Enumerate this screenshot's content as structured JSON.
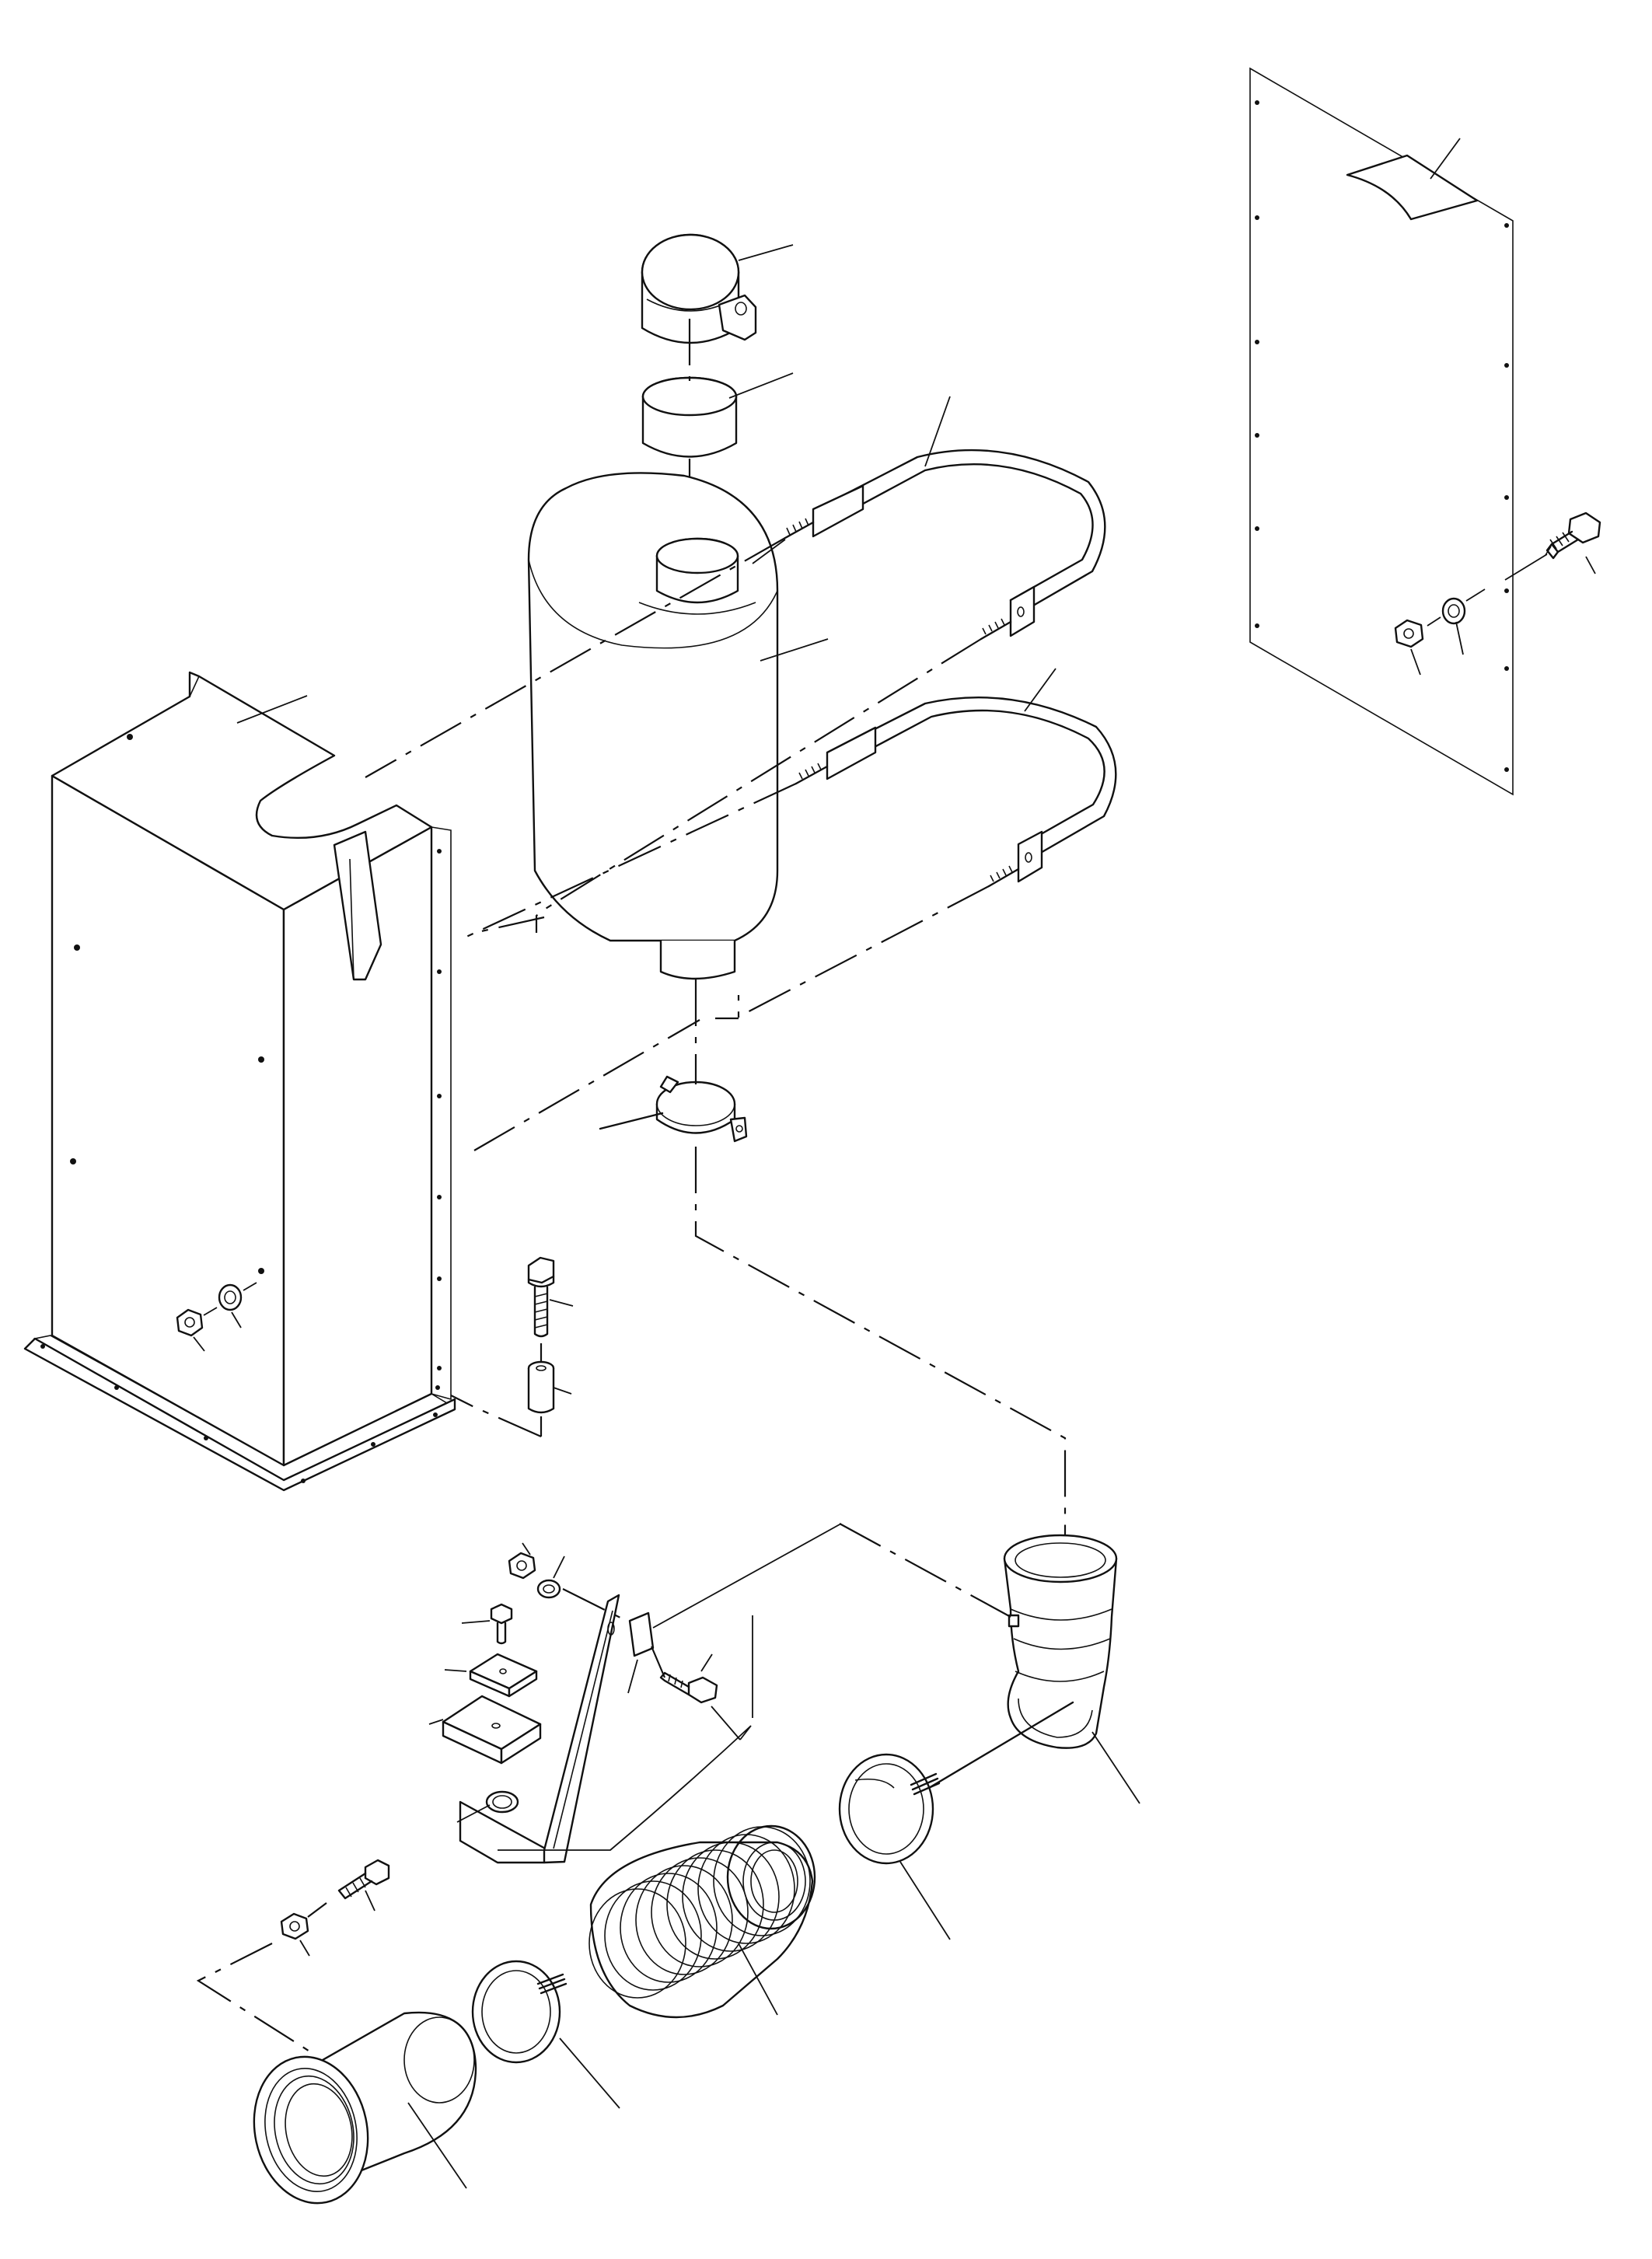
{
  "drawing": {
    "type": "exploded parts diagram",
    "callouts_labeled": false,
    "colors": {
      "ink": "#111111",
      "paper": "#ffffff"
    },
    "parts": [
      "rain-cap",
      "coupling-sleeve",
      "muffler",
      "upper-u-strap",
      "lower-u-strap",
      "outlet-clamp",
      "left-enclosure",
      "right-panel",
      "hex-bolt",
      "spacer",
      "support-bracket",
      "square-pads",
      "elbow-pipe",
      "clamp-ring",
      "flex-bellows",
      "flared-outlet-pipe"
    ]
  }
}
